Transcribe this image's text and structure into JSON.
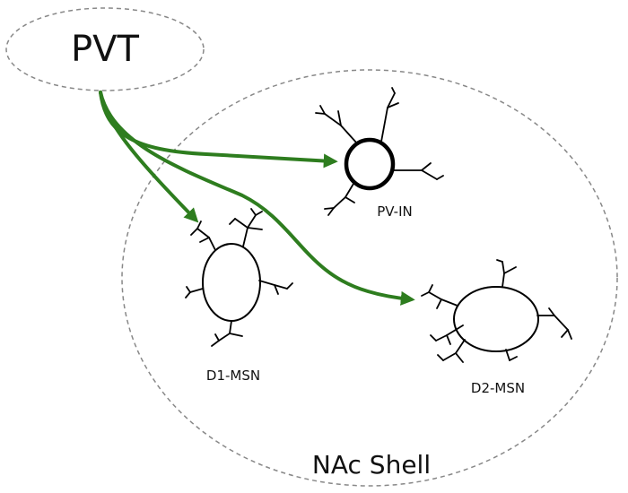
{
  "regions": {
    "source_label": "PVT",
    "target_label": "NAc Shell"
  },
  "neurons": {
    "pv_in": "PV-IN",
    "d1_msn": "D1-MSN",
    "d2_msn": "D2-MSN"
  },
  "colors": {
    "projection": "#2e7d1f",
    "outline_dashed": "#888888",
    "neuron_stroke": "#000000"
  }
}
